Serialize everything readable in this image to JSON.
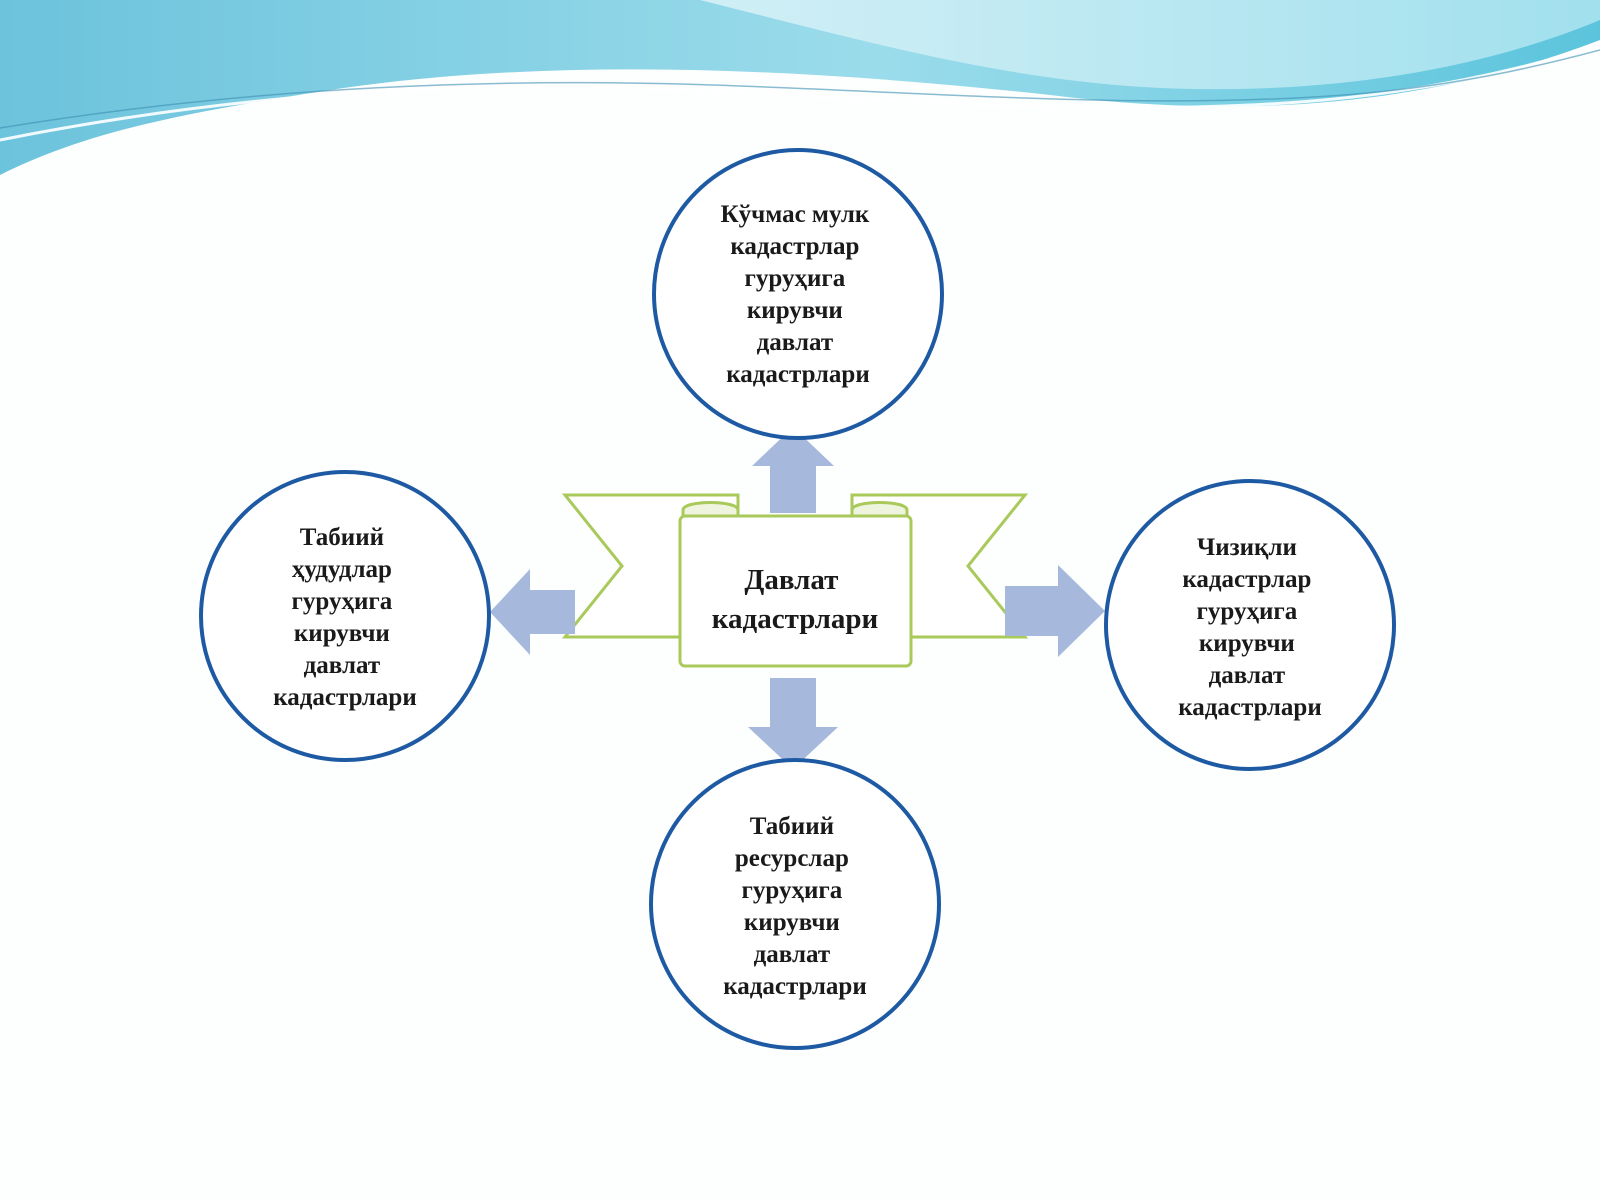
{
  "center": {
    "lines": [
      "Давлат",
      "кадастрлари"
    ]
  },
  "nodes": {
    "top": {
      "lines": [
        "Кўчмас мулк",
        "кадастрлар",
        "гуруҳига",
        "кирувчи",
        "давлат",
        "кадастрлари"
      ]
    },
    "left": {
      "lines": [
        "Табиий",
        "ҳудудлар",
        "гуруҳига",
        "кирувчи",
        "давлат",
        "кадастрлари"
      ]
    },
    "right": {
      "lines": [
        "Чизиқли",
        "кадастрлар",
        "гуруҳига",
        "кирувчи",
        "давлат",
        "кадастрлари"
      ]
    },
    "bottom": {
      "lines": [
        "Табиий",
        "ресурслар",
        "гуруҳига",
        "кирувчи",
        "давлат",
        "кадастрлари"
      ]
    }
  },
  "colors": {
    "circle_stroke": "#1e5aa3",
    "arrow_fill": "#a6b9dc",
    "banner_stroke": "#a9c95a",
    "wave_light": "#cdeef5",
    "wave_mid": "#7fd0e3",
    "wave_dark": "#5ab3d2"
  }
}
